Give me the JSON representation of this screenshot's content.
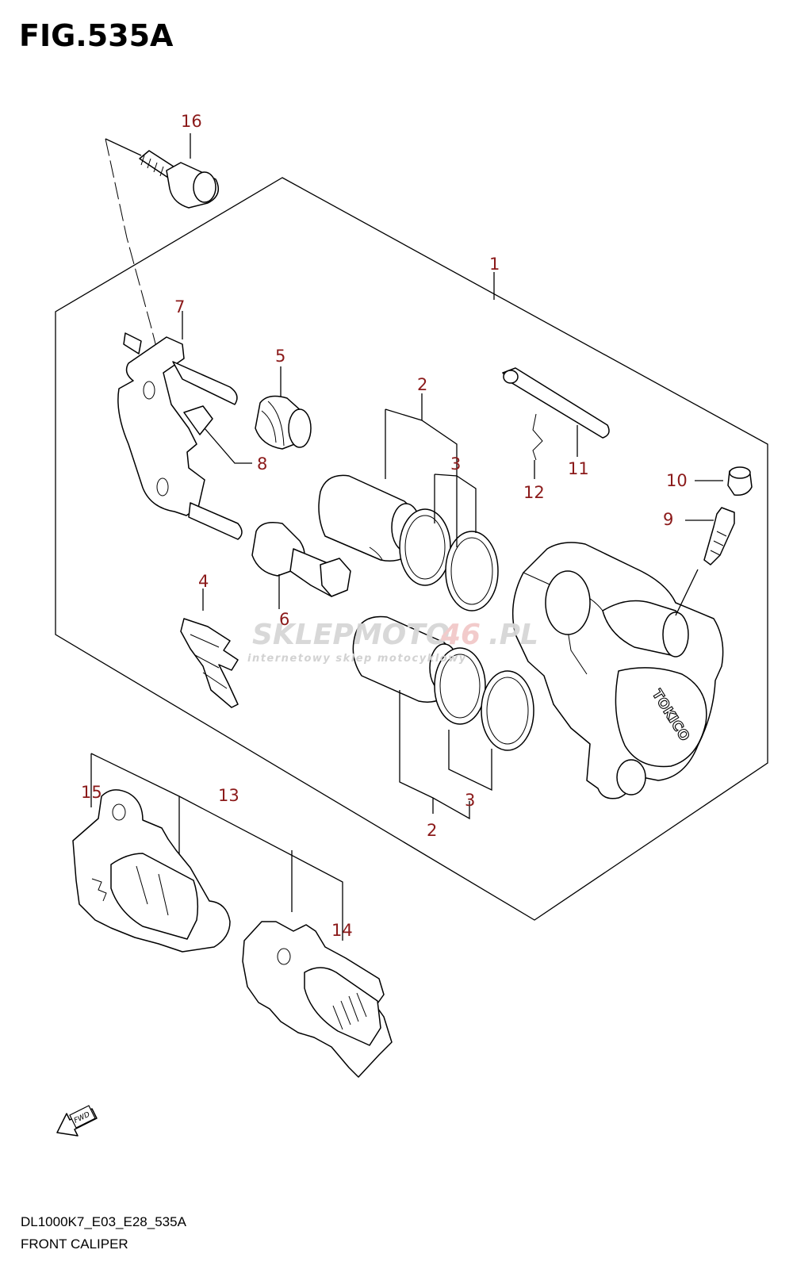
{
  "figure": {
    "title": "FIG.535A",
    "code": "DL1000K7_E03_E28_535A",
    "name": "FRONT CALIPER"
  },
  "watermark": {
    "brand_a": "SKLEPMOTO",
    "brand_b": "46",
    "brand_c": ".PL",
    "tagline": "internetowy sklep motocyklowy"
  },
  "caliper_brand": "TOKICO",
  "fwd_label": "FWD",
  "callouts": [
    {
      "id": "c16",
      "text": "16"
    },
    {
      "id": "c1",
      "text": "1"
    },
    {
      "id": "c7",
      "text": "7"
    },
    {
      "id": "c5",
      "text": "5"
    },
    {
      "id": "c2a",
      "text": "2"
    },
    {
      "id": "c3a",
      "text": "3"
    },
    {
      "id": "c8",
      "text": "8"
    },
    {
      "id": "c11",
      "text": "11"
    },
    {
      "id": "c12",
      "text": "12"
    },
    {
      "id": "c10",
      "text": "10"
    },
    {
      "id": "c9",
      "text": "9"
    },
    {
      "id": "c4",
      "text": "4"
    },
    {
      "id": "c6",
      "text": "6"
    },
    {
      "id": "c3b",
      "text": "3"
    },
    {
      "id": "c2b",
      "text": "2"
    },
    {
      "id": "c15",
      "text": "15"
    },
    {
      "id": "c13",
      "text": "13"
    },
    {
      "id": "c14",
      "text": "14"
    }
  ],
  "colors": {
    "callout": "#8b1a1a",
    "line": "#000000",
    "watermark_accent": "#e03030"
  }
}
